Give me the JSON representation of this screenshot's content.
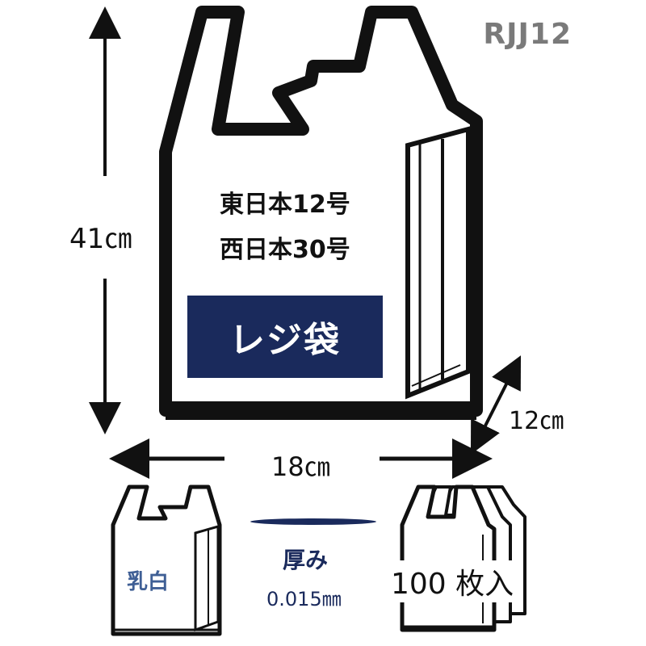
{
  "product": {
    "code": "RJJ12",
    "size_line_1": "東日本12号",
    "size_line_2": "西日本30号",
    "banner_text": "レジ袋",
    "banner_color": "#1a2a5c"
  },
  "dimensions": {
    "height_label": "41㎝",
    "width_label": "18㎝",
    "depth_label": "12㎝"
  },
  "specs": {
    "color_label": "乳白",
    "thickness_title": "厚み",
    "thickness_value": "0.015㎜",
    "count_label": "100 枚入"
  },
  "icons": [
    "shopping-bag-icon",
    "bag-stack-icon",
    "arrow-icon"
  ]
}
